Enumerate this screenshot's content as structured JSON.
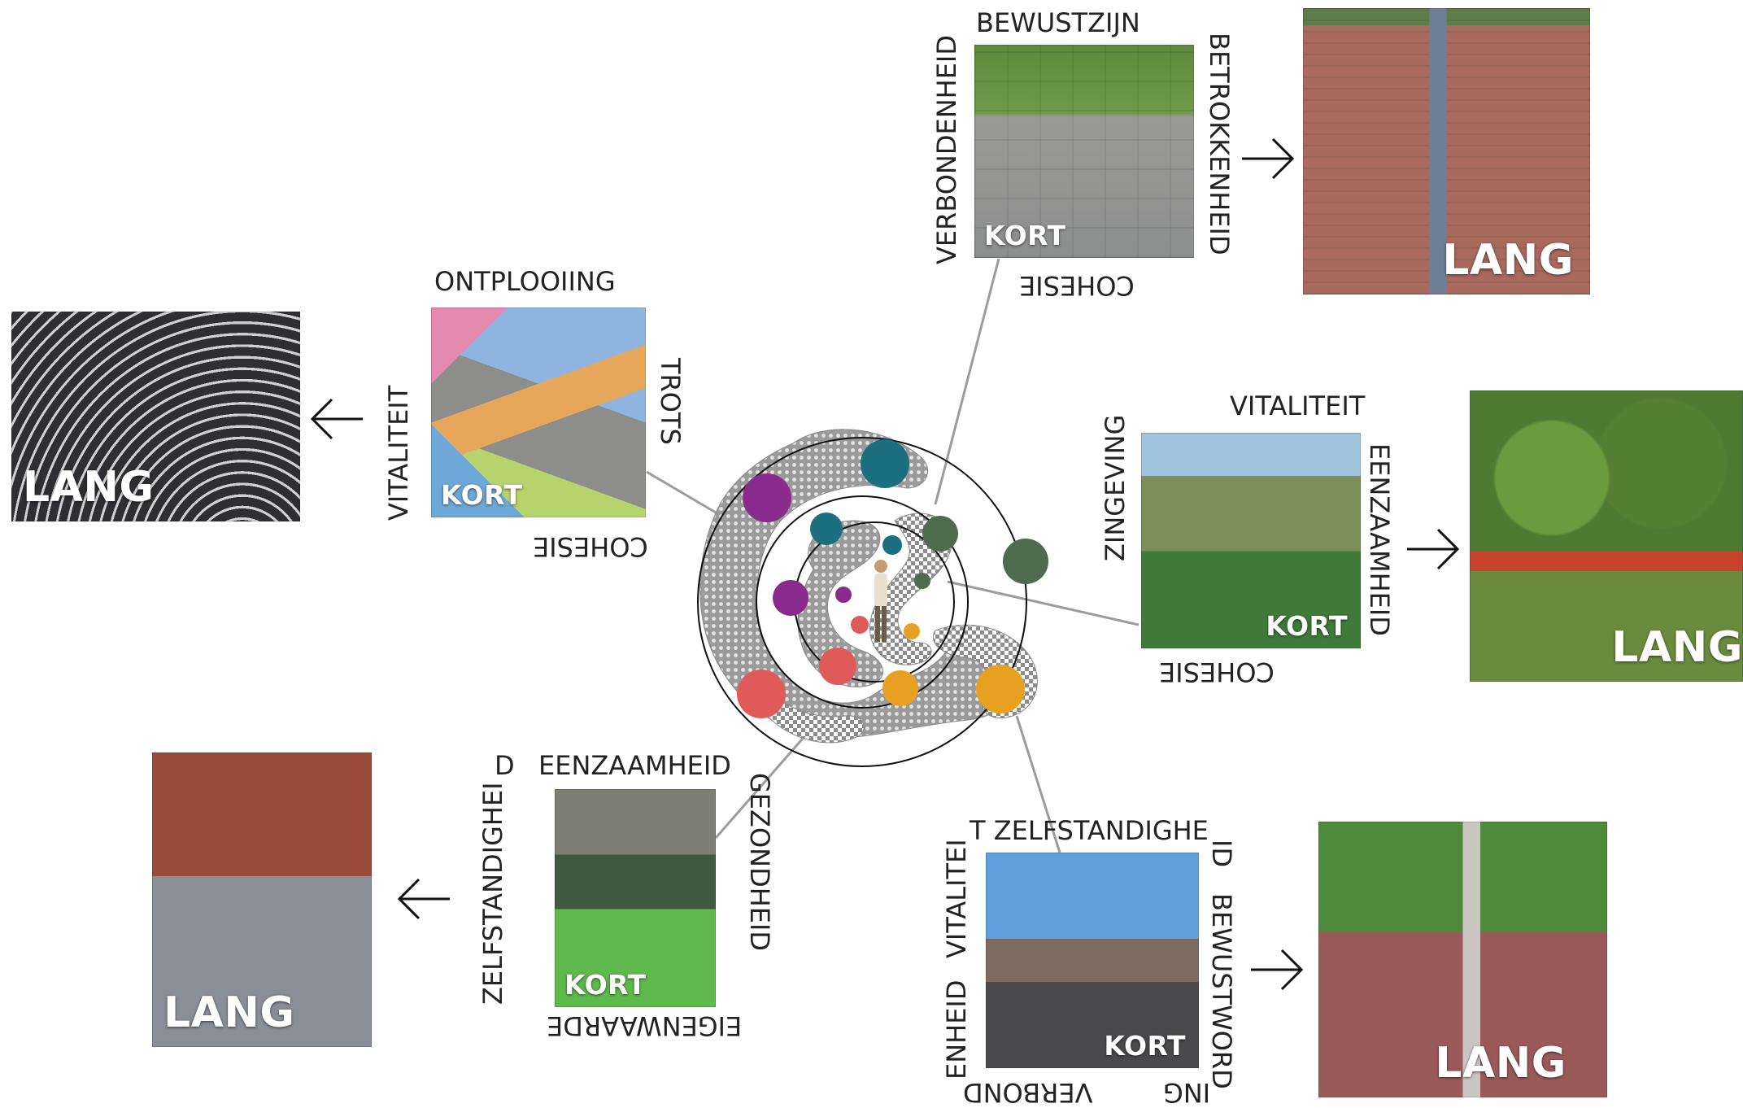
{
  "colors": {
    "purple": "#8a2a8c",
    "teal": "#1c6f7f",
    "green": "#4e6b4e",
    "red": "#e05a5a",
    "orange": "#e8a020",
    "line": "#9c9c9c",
    "ring": "#111111"
  },
  "center": {
    "dots": [
      {
        "name": "purple-large",
        "color": "purple"
      },
      {
        "name": "teal-large",
        "color": "teal"
      },
      {
        "name": "teal-small",
        "color": "teal"
      },
      {
        "name": "green-medium",
        "color": "green"
      },
      {
        "name": "green-large",
        "color": "green"
      },
      {
        "name": "purple-medium",
        "color": "purple"
      },
      {
        "name": "purple-tiny",
        "color": "purple"
      },
      {
        "name": "teal-tiny",
        "color": "teal"
      },
      {
        "name": "red-tiny",
        "color": "red"
      },
      {
        "name": "orange-tiny",
        "color": "orange"
      },
      {
        "name": "red-medium",
        "color": "red"
      },
      {
        "name": "orange-medium",
        "color": "orange"
      },
      {
        "name": "red-large",
        "color": "red"
      },
      {
        "name": "orange-large",
        "color": "orange"
      },
      {
        "name": "green-small",
        "color": "green"
      }
    ]
  },
  "clusters": {
    "top": {
      "kort": "KORT",
      "lang": "LANG",
      "label_top": "BEWUSTZIJN",
      "label_left": "VERBONDENHEID",
      "label_right": "BETROKKENHEID",
      "label_bottom": "COHESIE"
    },
    "left": {
      "kort": "KORT",
      "lang": "LANG",
      "label_top": "ONTPLOOIING",
      "label_left": "VITALITEIT",
      "label_right": "TROTS",
      "label_bottom": "COHESIE"
    },
    "right": {
      "kort": "KORT",
      "lang": "LANG",
      "label_top": "VITALITEIT",
      "label_left": "ZINGEVING",
      "label_right": "EENZAAMHEID",
      "label_bottom": "COHESIE"
    },
    "bottom_left": {
      "kort": "KORT",
      "lang": "LANG",
      "label_top": "EENZAAMHEID",
      "label_top_fragment": "D",
      "label_left": "ZELFSTANDIGHEI",
      "label_right": "GEZONDHEID",
      "label_bottom": "EIGENWAARDE"
    },
    "bottom_right": {
      "kort": "KORT",
      "lang": "LANG",
      "label_top": "T  ZELFSTANDIGHE",
      "label_right_top": "ID",
      "label_left_top": "VITALITEI",
      "label_left_bottom": "ENHEID",
      "label_right": "BEWUSTWORD",
      "label_bottom_left": "VERBOND",
      "label_bottom_right": "ING"
    }
  },
  "arrows": {
    "top": "→",
    "left": "←",
    "right": "→",
    "bottom_left": "←",
    "bottom_right": "→"
  }
}
